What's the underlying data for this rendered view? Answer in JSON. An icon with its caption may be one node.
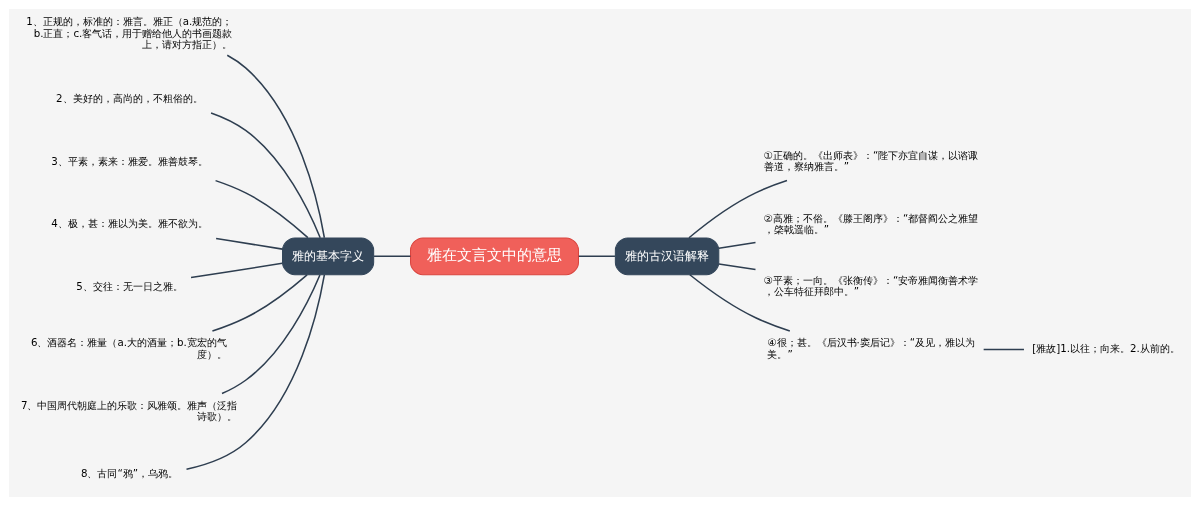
{
  "diagram": {
    "nodes": [
      {
        "text": [
          "雅在文言文中的意思"
        ]
      },
      {
        "text": [
          "雅的基本字义"
        ]
      },
      {
        "text": [
          "1、正规的，标准的：雅言。雅正（a.规范的；b.正直；c.客气话，用于赠给他人的书画题款上，请对方指正）。"
        ]
      },
      {
        "text": [
          "2、美好的，高尚的，不粗俗的。"
        ]
      },
      {
        "text": [
          "3、平素，素来：雅爱。雅善鼓琴。"
        ]
      },
      {
        "text": [
          "4、极，甚：雅以为美。雅不欲为。"
        ]
      },
      {
        "text": [
          "5、交往：无一日之雅。"
        ]
      },
      {
        "text": [
          "6、酒器名：雅量（a.大的酒量；b.宽宏的气度）。"
        ]
      },
      {
        "text": [
          "7、中国周代朝庭上的乐歌：风雅颂。雅声（泛指诗歌）。"
        ]
      },
      {
        "text": [
          "8、古同“鸦”，乌鸦。"
        ]
      },
      {
        "text": [
          "雅的古汉语解释"
        ]
      },
      {
        "text": [
          "①正确的。《出师表》：“陛下亦宜自谋，以谘诹善道，察纳雅言。”"
        ]
      },
      {
        "text": [
          "②高雅；不俗。《滕王阁序》：“都督阎公之雅望，棨戟遥临。”"
        ]
      },
      {
        "text": [
          "③平素；一向。《张衡传》：“安帝雅闻衡善术学，公车特征拜郎中。”"
        ]
      },
      {
        "text": [
          "④很；甚。《后汉书·窦后记》：“及见，雅以为美。”"
        ]
      },
      {
        "text": [
          "[雅故]1.以往；向来。2.从前的。"
        ]
      }
    ],
    "edges": [
      {
        "from": 0,
        "to": 1,
        "arrow": "none"
      },
      {
        "from": 1,
        "to": 2,
        "arrow": "none"
      },
      {
        "from": 1,
        "to": 3,
        "arrow": "none"
      },
      {
        "from": 1,
        "to": 4,
        "arrow": "none"
      },
      {
        "from": 1,
        "to": 5,
        "arrow": "none"
      },
      {
        "from": 1,
        "to": 6,
        "arrow": "none"
      },
      {
        "from": 1,
        "to": 7,
        "arrow": "none"
      },
      {
        "from": 1,
        "to": 8,
        "arrow": "none"
      },
      {
        "from": 1,
        "to": 9,
        "arrow": "none"
      },
      {
        "from": 0,
        "to": 10,
        "arrow": "none"
      },
      {
        "from": 10,
        "to": 11,
        "arrow": "none"
      },
      {
        "from": 10,
        "to": 12,
        "arrow": "none"
      },
      {
        "from": 10,
        "to": 13,
        "arrow": "none"
      },
      {
        "from": 10,
        "to": 14,
        "arrow": "none"
      },
      {
        "from": 14,
        "to": 15,
        "arrow": "none"
      }
    ]
  }
}
